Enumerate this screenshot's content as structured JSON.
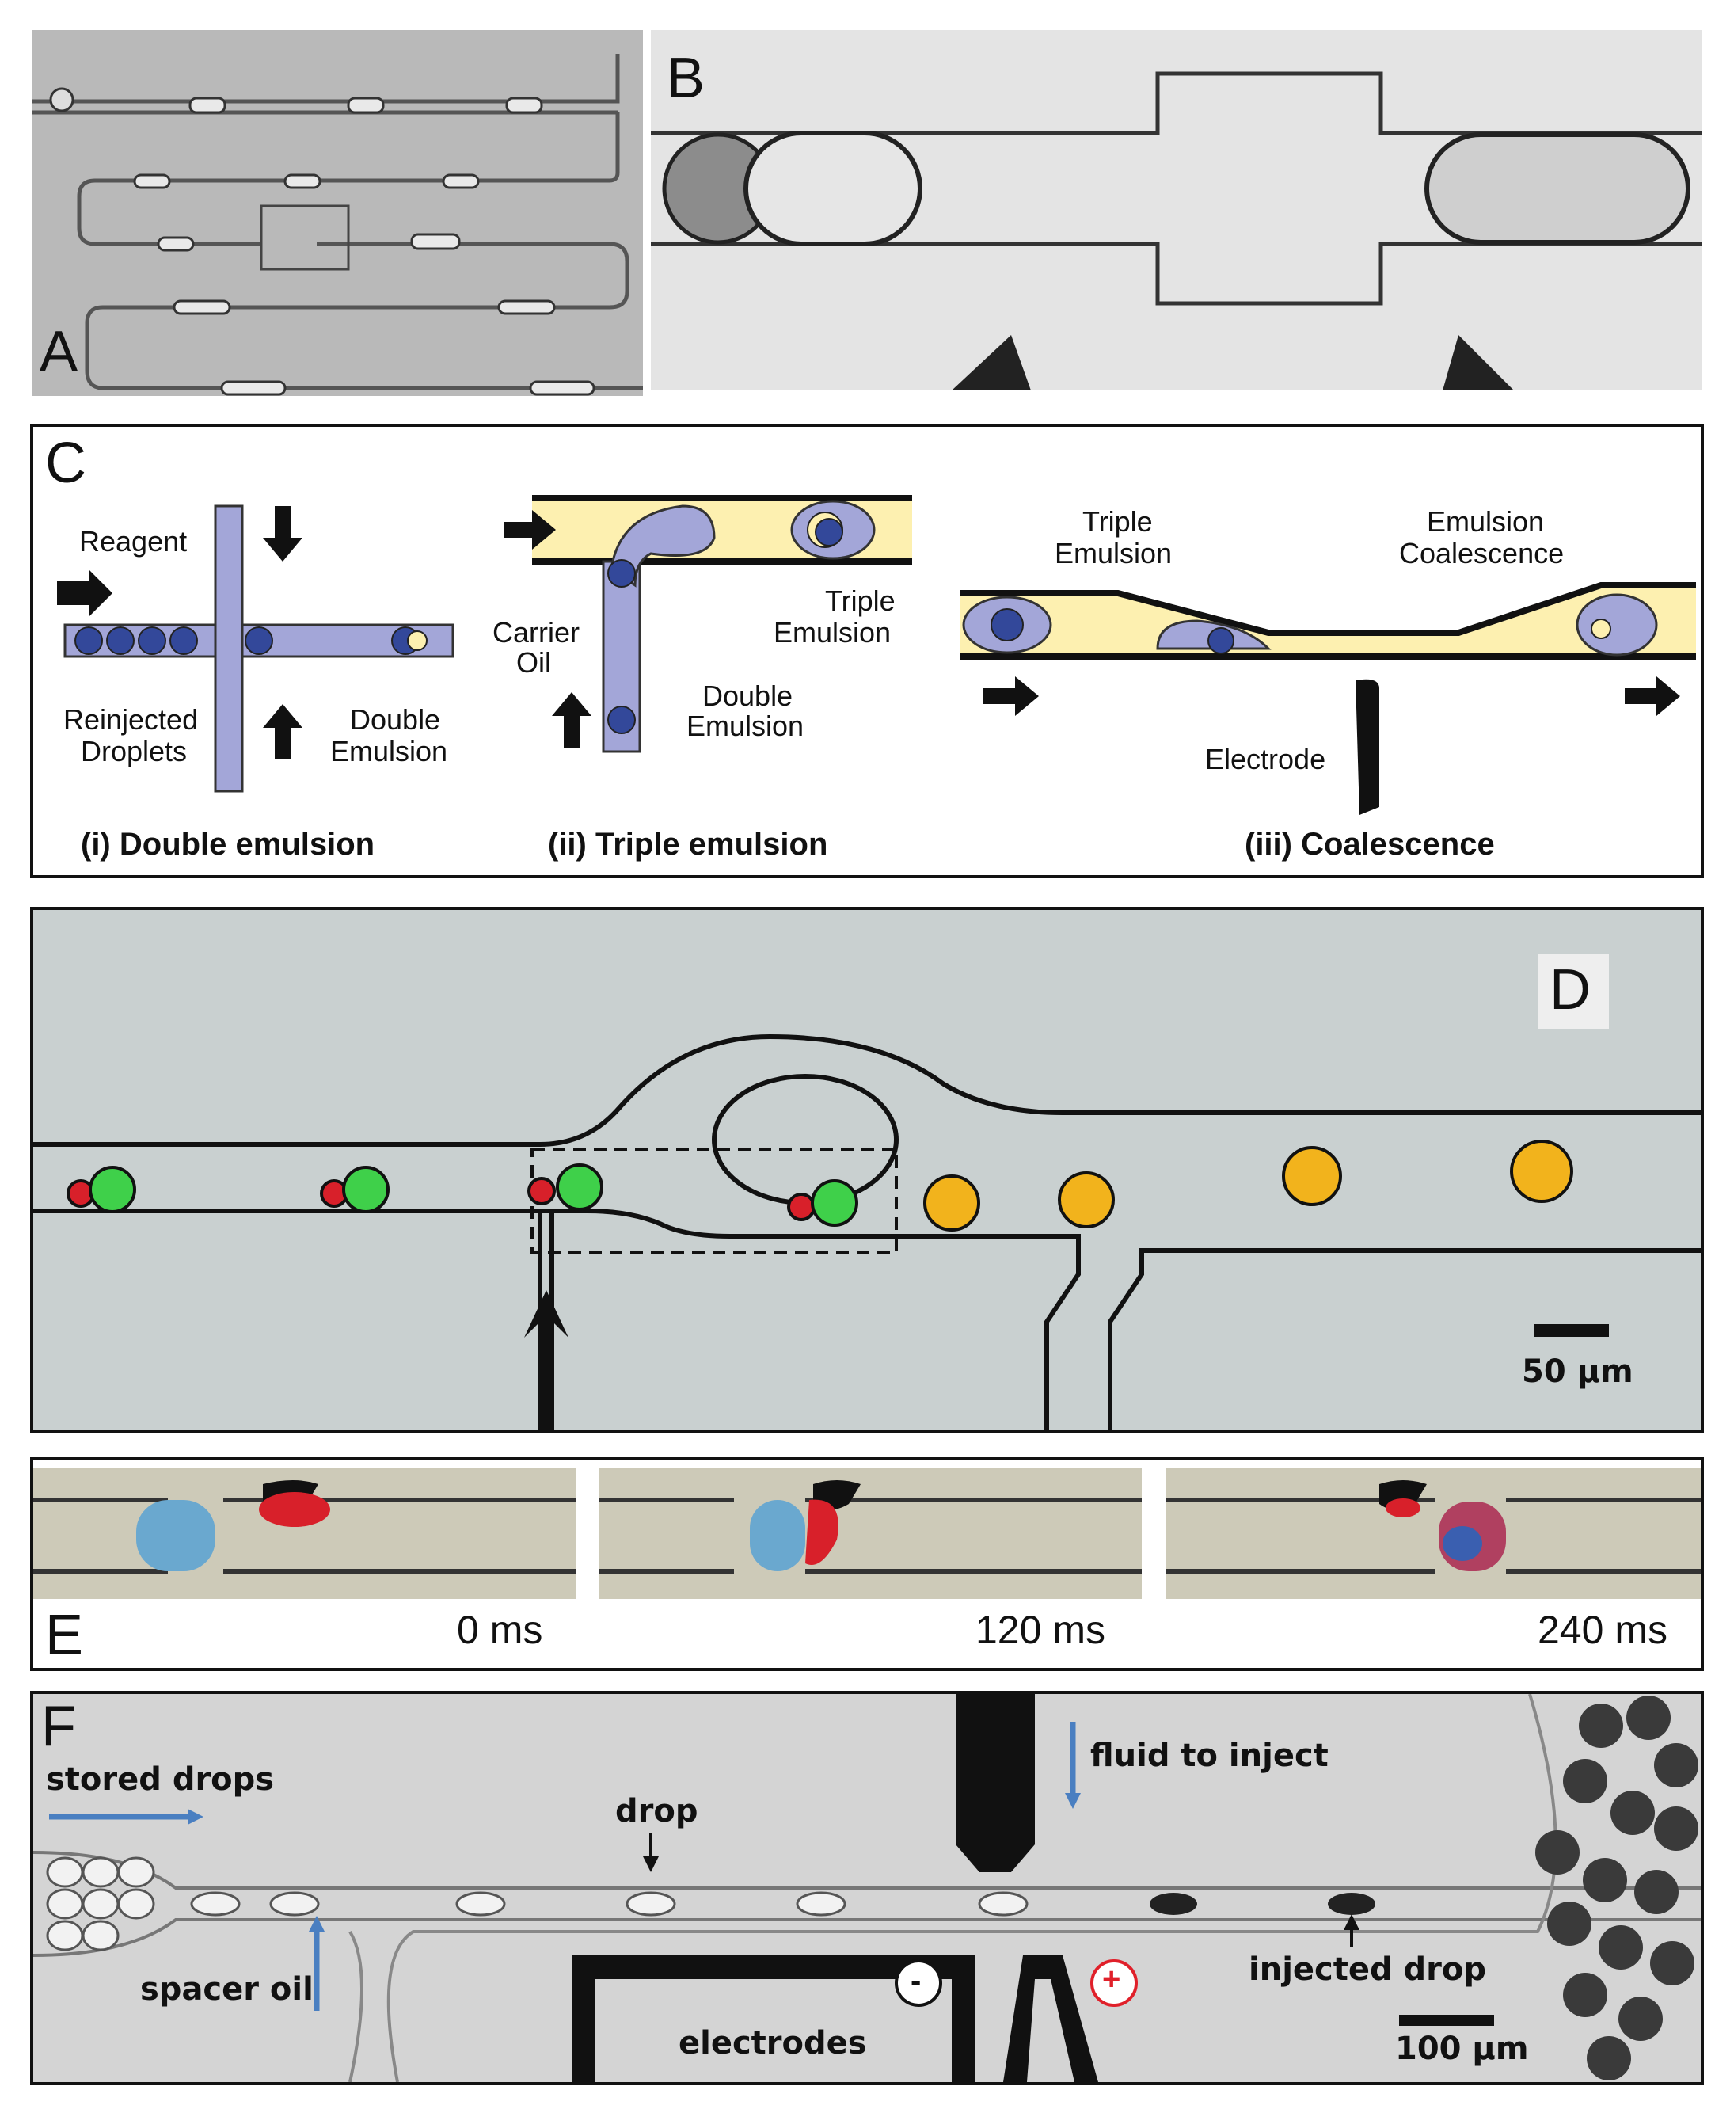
{
  "panels": {
    "A": {
      "letter": "A"
    },
    "B": {
      "letter": "B"
    },
    "C": {
      "letter": "C",
      "labels": {
        "reagent": "Reagent",
        "reinjected_1": "Reinjected",
        "reinjected_2": "Droplets",
        "double_em_1": "Double",
        "double_em_2": "Emulsion",
        "carrier_1": "Carrier",
        "carrier_2": "Oil",
        "triple_1": "Triple",
        "triple_2": "Emulsion",
        "double2_1": "Double",
        "double2_2": "Emulsion",
        "triple3_1": "Triple",
        "triple3_2": "Emulsion",
        "coal_1": "Emulsion",
        "coal_2": "Coalescence",
        "electrode": "Electrode"
      },
      "captions": {
        "i": "(i) Double emulsion",
        "ii": "(ii) Triple emulsion",
        "iii": "(iii) Coalescence"
      }
    },
    "D": {
      "letter": "D",
      "scale": "50 µm"
    },
    "E": {
      "letter": "E",
      "times": [
        "0 ms",
        "120 ms",
        "240 ms"
      ]
    },
    "F": {
      "letter": "F",
      "labels": {
        "stored": "stored drops",
        "fluid": "fluid to inject",
        "drop": "drop",
        "spacer": "spacer oil",
        "electrodes": "electrodes",
        "injected": "injected drop",
        "scale": "100 µm",
        "minus": "-",
        "plus": "+"
      }
    }
  },
  "colors": {
    "channel_yellow": "#fdf0b0",
    "drop_purple": "#a3a6d8",
    "drop_blue": "#33489a",
    "green_drop": "#3fd04a",
    "red_drop": "#d8202a",
    "yellow_drop": "#f2b31c",
    "arrow_blue": "#4a7fc1",
    "plus_red": "#e0202a"
  }
}
